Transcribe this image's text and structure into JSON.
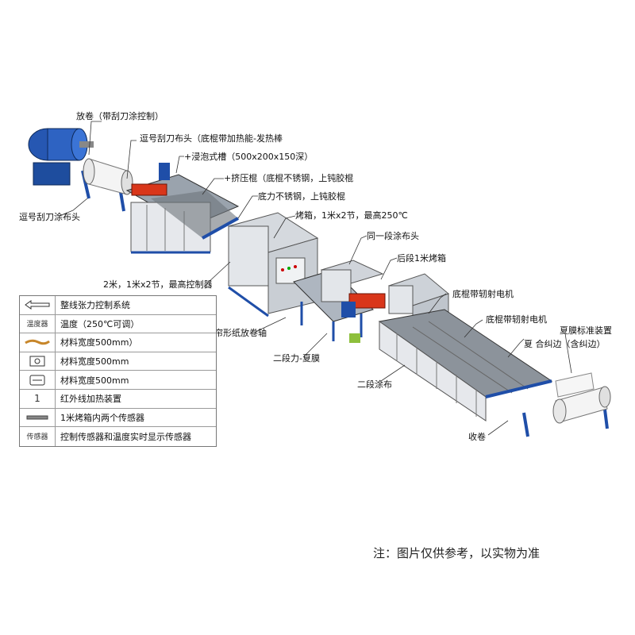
{
  "callouts": {
    "unwind": "放卷（带刮刀涂控制）",
    "scraper_head": "逗号刮刀布头（底棍带加热能-发热棒",
    "dip_tank": "+浸泡式槽（500x200x150深）",
    "squeeze": "+挤压棍（底棍不锈钢，上钝胶棍",
    "bottom_roll": "底力不锈钢，上钝胶棍",
    "oven": "烤箱，1米x2节，最高250℃",
    "comma_head": "逗号刮刀涂布头",
    "same_head": "同一段涂布头",
    "rear_oven": "后段1米烤箱",
    "controller": "2米，1米x2节，最高控制器",
    "bottom_motor_1": "底棍带轫射电机",
    "bottom_motor_2": "底棍带轫射电机",
    "film_device": "夏膜标准装置",
    "edge_guide": "夏  合纠边（含纠边）",
    "paper_shaft": "帘形纸放卷轴",
    "stage2_film": "二段力-夏膜",
    "stage2_coat": "二段涂布",
    "rewind": "收卷"
  },
  "legend": [
    {
      "symbol": "arrow-icon",
      "text": "整线张力控制系统"
    },
    {
      "symbol": "temp-icon",
      "symbol_text": "温度器",
      "text": "温度（250℃可调）"
    },
    {
      "symbol": "material-icon",
      "text": "材料宽度500mm）"
    },
    {
      "symbol": "camera-icon",
      "text": "材料宽度500mm"
    },
    {
      "symbol": "box-icon",
      "text": "材料宽度500mm"
    },
    {
      "symbol": "number",
      "symbol_text": "1",
      "text": "红外线加热装置"
    },
    {
      "symbol": "bar-icon",
      "text": "1米烤箱内两个传感器"
    },
    {
      "symbol": "sensor-icon",
      "symbol_text": "传感器",
      "text": "控制传感器和温度实时显示传感器"
    }
  ],
  "footnote": "注：图片仅供参考，以实物为准",
  "colors": {
    "blue": "#1f4ea8",
    "frame": "#2a62c8",
    "panel": "#e6e8ec",
    "roller": "#d9361a"
  }
}
